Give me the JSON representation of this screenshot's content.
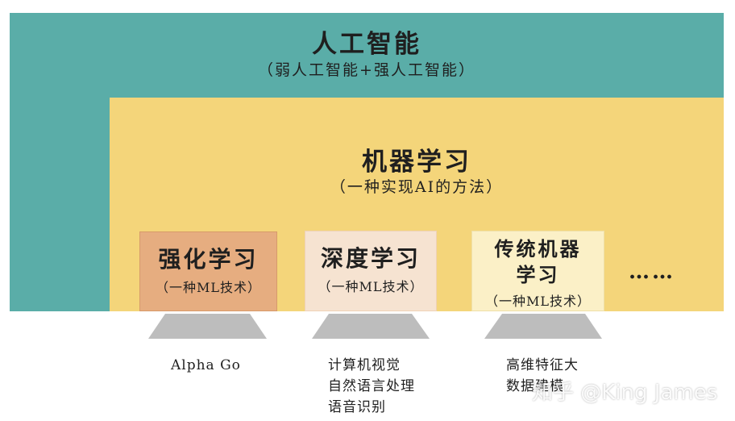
{
  "ai": {
    "title": "人工智能",
    "subtitle": "（弱人工智能+强人工智能）"
  },
  "ml": {
    "title": "机器学习",
    "subtitle": "（一种实现AI的方法）"
  },
  "cards": [
    {
      "title": "强化学习",
      "subtitle": "（一种ML技术）"
    },
    {
      "title": "深度学习",
      "subtitle": "（一种ML技术）"
    },
    {
      "title_line1": "传统机器",
      "title_line2": "学习",
      "subtitle": "（一种ML技术）"
    }
  ],
  "ellipsis": "……",
  "applications": [
    {
      "lines": [
        "Alpha Go"
      ]
    },
    {
      "lines": [
        "计算机视觉",
        "自然语言处理",
        "语音识别"
      ]
    },
    {
      "lines": [
        "高维特征大",
        "数据建模"
      ]
    }
  ],
  "watermark": "知乎 @King James",
  "colors": {
    "ai_teal": "#5aada8",
    "ml_yellow": "#f4d57a",
    "rl_orange": "#e6ad80",
    "dl_peach": "#f6e3d1",
    "tml_cream": "#fbf0c7",
    "pedestal_gray": "#bdbdbd"
  }
}
